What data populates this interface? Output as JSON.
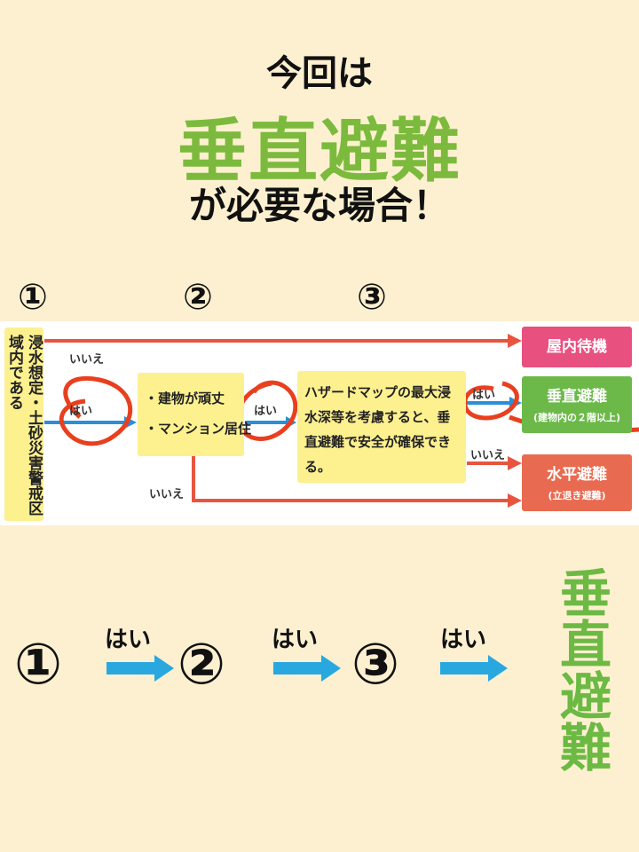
{
  "title": {
    "line1": "今回は",
    "line2": "垂直避難",
    "line3": "が必要な場合！"
  },
  "step_numbers": [
    "①",
    "②",
    "③"
  ],
  "flowchart": {
    "condition1": "浸水想定・土砂災害警戒区域内である",
    "condition2": [
      "・建物が頑丈",
      "・マンション居住"
    ],
    "condition3": "ハザードマップの最大浸水深等を考慮すると、垂直避難で安全が確保できる。",
    "yes_label": "はい",
    "no_label": "いいえ",
    "outcomes": {
      "stay": "屋内待機",
      "vertical": "垂直避難",
      "vertical_sub": "(建物内の２階以上)",
      "horizontal": "水平避難",
      "horizontal_sub": "(立退き避難)"
    },
    "colors": {
      "no_arrow": "#e8553f",
      "yes_arrow": "#2a8fd6",
      "circle_marker": "#e8401f"
    }
  },
  "summary": {
    "steps": [
      "①",
      "②",
      "③"
    ],
    "yes_label": "はい",
    "result": "垂直避難",
    "arrow_color": "#29a8e0"
  }
}
